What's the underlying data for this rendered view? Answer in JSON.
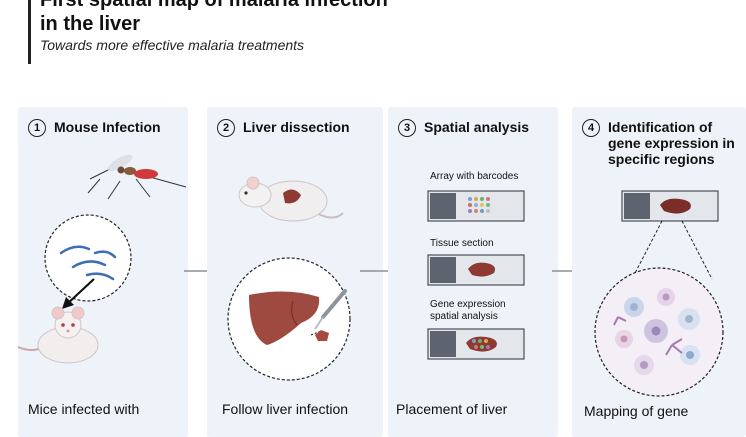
{
  "header": {
    "title": "First spatial map of malaria infection in the liver",
    "subtitle": "Towards more effective malaria treatments"
  },
  "steps": [
    {
      "number": "1",
      "title": "Mouse Infection",
      "caption": "Mice infected with"
    },
    {
      "number": "2",
      "title": "Liver dissection",
      "caption": "Follow liver infection"
    },
    {
      "number": "3",
      "title": "Spatial analysis",
      "caption": "Placement of liver",
      "labels": [
        "Array with barcodes",
        "Tissue section",
        "Gene expression spatial analysis"
      ]
    },
    {
      "number": "4",
      "title": "Identification of gene expression in specific regions",
      "caption": "Mapping of gene"
    }
  ],
  "icons": {
    "mosquito": "mosquito-icon",
    "parasites": "sporozoite-icon",
    "mouse": "mouse-icon",
    "liver": "liver-icon",
    "scalpel": "scalpel-icon",
    "slide": "slide-icon",
    "cells": "cells-icon",
    "arrow": "arrow-right-icon"
  },
  "colors": {
    "panel": "#eef3f9",
    "liver": "#9e4a41",
    "mosquito_blood": "#d03a3a",
    "parasite": "#3a6fb5",
    "arrow": "#8a9099"
  }
}
